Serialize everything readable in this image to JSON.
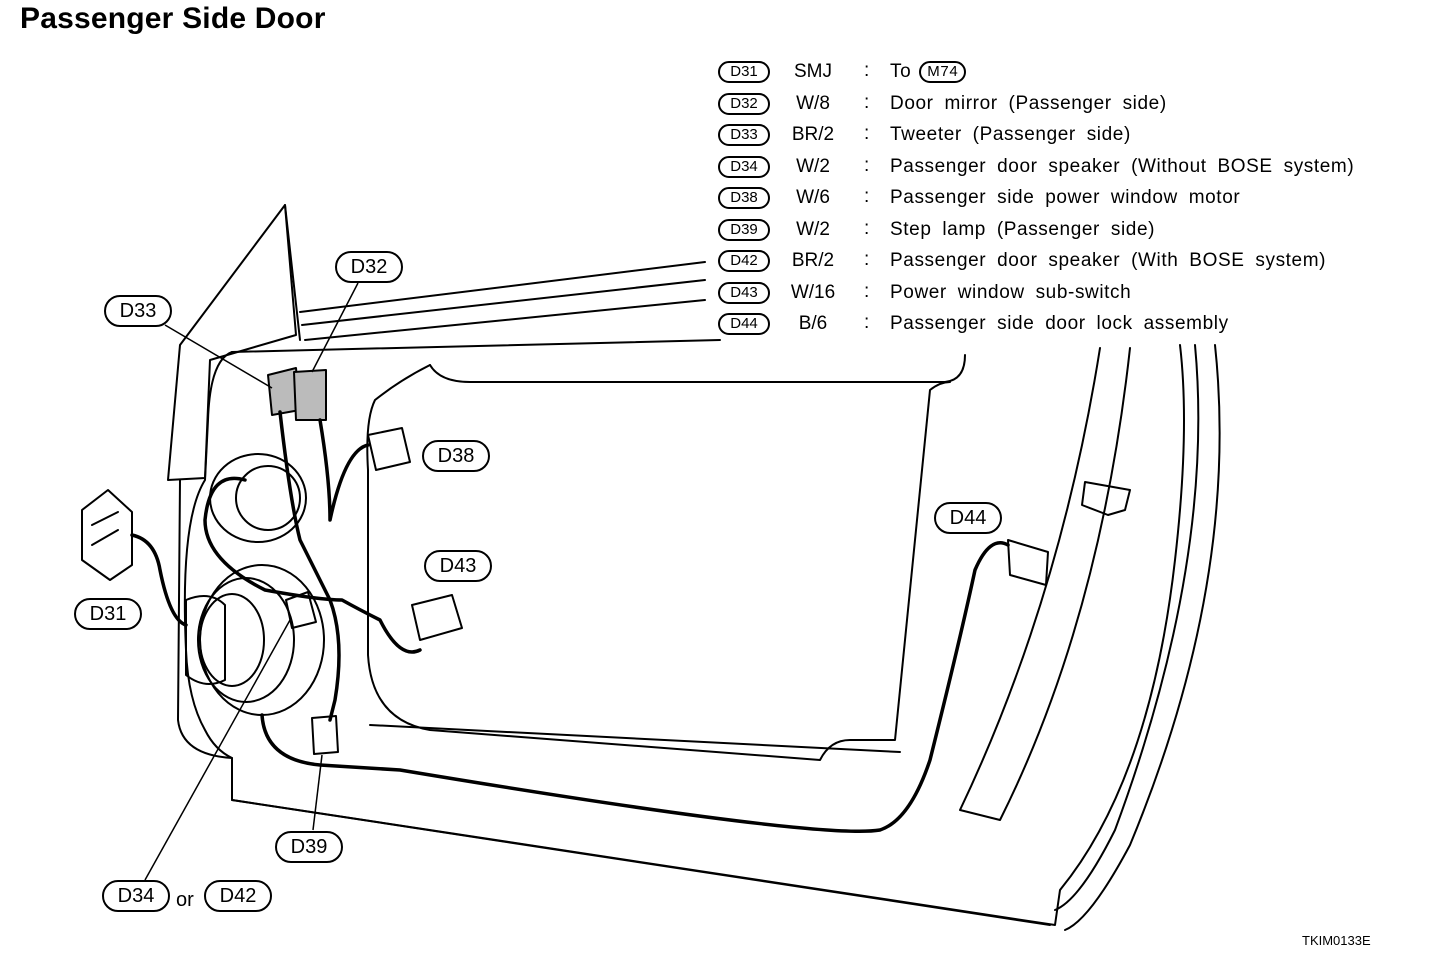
{
  "title": "Passenger Side Door",
  "legend": [
    {
      "code": "D31",
      "type": "SMJ",
      "desc": "To",
      "ref": "M74"
    },
    {
      "code": "D32",
      "type": "W/8",
      "desc": "Door mirror (Passenger side)"
    },
    {
      "code": "D33",
      "type": "BR/2",
      "desc": "Tweeter (Passenger side)"
    },
    {
      "code": "D34",
      "type": "W/2",
      "desc": "Passenger door speaker (Without BOSE system)"
    },
    {
      "code": "D38",
      "type": "W/6",
      "desc": "Passenger side power window motor"
    },
    {
      "code": "D39",
      "type": "W/2",
      "desc": "Step lamp (Passenger side)"
    },
    {
      "code": "D42",
      "type": "BR/2",
      "desc": "Passenger door speaker (With BOSE system)"
    },
    {
      "code": "D43",
      "type": "W/16",
      "desc": "Power window sub-switch"
    },
    {
      "code": "D44",
      "type": "B/6",
      "desc": "Passenger side door lock assembly"
    }
  ],
  "legend_separator": ":",
  "callouts": {
    "d31": "D31",
    "d32": "D32",
    "d33": "D33",
    "d34": "D34",
    "d38": "D38",
    "d39": "D39",
    "d42": "D42",
    "d43": "D43",
    "d44": "D44"
  },
  "or_label": "or",
  "figure_id": "TKIM0133E"
}
